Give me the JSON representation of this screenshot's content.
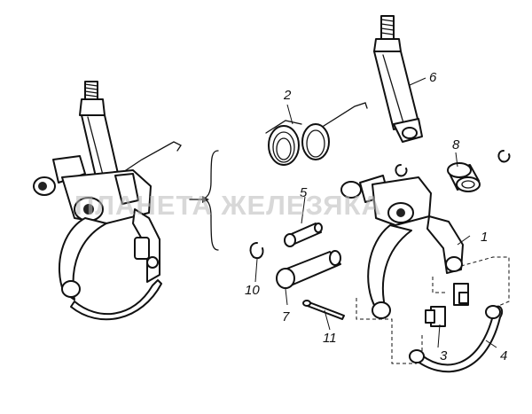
{
  "watermark": "ПЛАНЕТА ЖЕЛЕЗЯКА",
  "callouts": [
    {
      "id": "1",
      "label": "1"
    },
    {
      "id": "2",
      "label": "2"
    },
    {
      "id": "3",
      "label": "3"
    },
    {
      "id": "4",
      "label": "4"
    },
    {
      "id": "5",
      "label": "5"
    },
    {
      "id": "6",
      "label": "6"
    },
    {
      "id": "7",
      "label": "7"
    },
    {
      "id": "8",
      "label": "8"
    },
    {
      "id": "10",
      "label": "10"
    },
    {
      "id": "11",
      "label": "11"
    }
  ]
}
